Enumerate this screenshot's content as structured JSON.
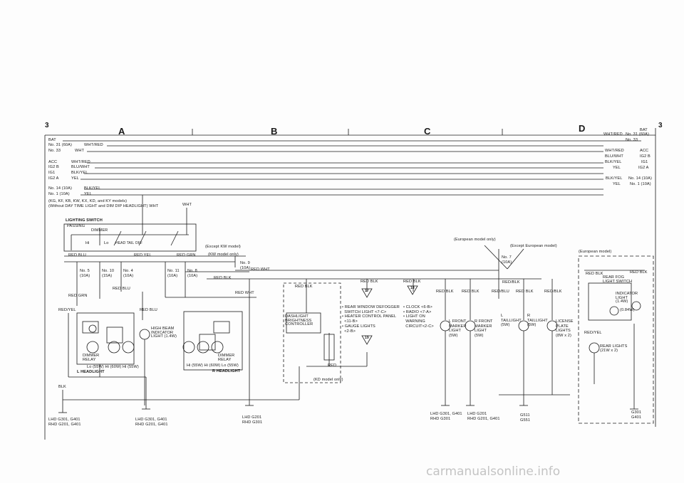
{
  "page": {
    "left_number": "3",
    "right_number": "3",
    "zones": [
      "A",
      "B",
      "C",
      "D"
    ]
  },
  "left_supply": [
    {
      "name": "BAT",
      "wire": ""
    },
    {
      "name": "No. 31 (60A)",
      "wire": "WHT/RED"
    },
    {
      "name": "No. 33",
      "wire": "WHT"
    },
    {
      "name": "ACC",
      "wire": "WHT/RED"
    },
    {
      "name": "IG2 B",
      "wire": "BLU/WHT"
    },
    {
      "name": "IG1",
      "wire": "BLK/YEL"
    },
    {
      "name": "IG2 A",
      "wire": "YEL"
    },
    {
      "name": "No. 14 (10A)",
      "wire": "BLK/YEL"
    },
    {
      "name": "No. 1 (10A)",
      "wire": "YEL"
    }
  ],
  "right_supply": [
    {
      "name": "BAT",
      "wire": ""
    },
    {
      "name": "No. 31 (60A)",
      "wire": "WHT/RED"
    },
    {
      "name": "No. 33",
      "wire": ""
    },
    {
      "name": "ACC",
      "wire": "WHT/RED"
    },
    {
      "name": "IG2 B",
      "wire": "BLU/WHT"
    },
    {
      "name": "IG1",
      "wire": "BLK/YEL"
    },
    {
      "name": "IG2 A",
      "wire": "YEL"
    },
    {
      "name": "No. 14 (10A)",
      "wire": "BLK/YEL"
    },
    {
      "name": "No. 1 (10A)",
      "wire": "YEL"
    }
  ],
  "notes": {
    "models_line1": "(KG, KF, KB, KW, KX, KD, and KY models)",
    "models_line2": "(Without DAY TIME LIGHT and DIM DIP HEADLIGHT) WHT",
    "wht2": "WHT",
    "except_kw": "(Except KW model)",
    "kw_only": "(KW model only)",
    "european_only": "(European model only)",
    "except_european": "(Except European model)",
    "european_model": "(European model)",
    "kd_only": "(KD model only)"
  },
  "lighting_switch": {
    "title": "LIGHTING SWITCH",
    "passing": "PASSING",
    "dimmer": "DIMMER",
    "hi": "Hi",
    "lo": "Lo",
    "positions": "HEAD TAIL OFF"
  },
  "fuses": [
    {
      "id": "no5",
      "name": "No. 5",
      "rating": "(10A)"
    },
    {
      "id": "no10",
      "name": "No. 10",
      "rating": "(15A)"
    },
    {
      "id": "no4",
      "name": "No. 4",
      "rating": "(10A)"
    },
    {
      "id": "no11",
      "name": "No. 11",
      "rating": "(10A)"
    },
    {
      "id": "no8",
      "name": "No. 8",
      "rating": "(10A)"
    },
    {
      "id": "no9",
      "name": "No. 9",
      "rating": "(10A)"
    },
    {
      "id": "no7",
      "name": "No. 7",
      "rating": "(10A)"
    }
  ],
  "wires": {
    "red_blu": "RED BLU",
    "red_yel": "RED YEL",
    "red_grn": "RED GRN",
    "red_wht": "RED WHT",
    "red_blk": "RED BLK",
    "red_blu2": "RED BLU",
    "red_grn2": "RED GRN",
    "red_yel2": "RED/YEL",
    "red_blu3": "RED BLU",
    "red_wht2": "RED WHT",
    "red_blk2": "RED BLK",
    "red_blk3": "RED BLK",
    "red_blk4": "RED BLK",
    "red_blk5": "RED BLK",
    "red_blk6": "RED BLK",
    "red_blu4": "RED/BLU",
    "red_blk7": "RED BLK",
    "red_blk8": "RED/BLK",
    "red_blk9": "RED/BLK",
    "red_blk10": "RED BLK",
    "red_blk11": "RED BLK",
    "red_yel3": "RED/YEL",
    "blk": "BLK",
    "red": "RED"
  },
  "components": {
    "l_headlight": "L HEADLIGHT",
    "r_headlight": "R HEADLIGHT",
    "dimmer_relay_l": "DIMMER\nRELAY",
    "dimmer_relay_r": "DIMMER\nRELAY",
    "lamps_l": "Lo (55W) Hi (60W) Hi (55W)",
    "lamps_r": "Hi (55W) Hi (60W) Lo (55W)",
    "high_beam": "HIGH BEAM\nINDICATOR\nLIGHT (1.4W)",
    "dashlight": "DASHLIGHT\nBRIGHTNESS\nCONTROLLER",
    "list1": "• REAR WINDOW DEFOGGER\n  SWITCH LIGHT <7-C>\n• HEATER CONTROL PANEL\n  <11-B>\n• GAUGE LIGHTS\n  <2-B>",
    "list2": "• CLOCK <6-B>\n• RADIO <7-A>\n• LIGHT ON\n  WARNING\n  CIRCUIT<2-C>",
    "l_front_marker": "L FRONT\nMARKER\nLIGHT\n(5W)",
    "r_front_marker": "R FRONT\nMARKER\nLIGHT\n(5W)",
    "l_taillight": "L\nTAILLIGHT\n(5W)",
    "r_taillight": "R\nTAILLIGHT\n(5W)",
    "license": "LICENSE\nPLATE\nLIGHTS\n(8W x 2)",
    "rear_fog_switch": "REAR FOG\nLIGHT SWITCH",
    "indicator": "INDICATOR\nLIGHT\n(1.4W)",
    "indicator_bulb": "(0.84W)",
    "rear_lights": "REAR LIGHTS\n(21W x 2)",
    "badge17": "17",
    "badge18": "18",
    "badge19": "19"
  },
  "grounds": [
    {
      "id": "g1",
      "lines": [
        "LHD G301, G401",
        "RHD G201, G401"
      ]
    },
    {
      "id": "g2",
      "lines": [
        "LHD G301, G401",
        "RHD G201, G401"
      ]
    },
    {
      "id": "g3",
      "lines": [
        "LHD G201",
        "RHD G301"
      ]
    },
    {
      "id": "g4",
      "lines": [
        "LHD G301, G401",
        "RHD G301"
      ]
    },
    {
      "id": "g5",
      "lines": [
        "LHD G201",
        "RHD G201, G401"
      ]
    },
    {
      "id": "g6",
      "lines": [
        "G511",
        "G551"
      ]
    },
    {
      "id": "g7",
      "lines": [
        "G301",
        "G401"
      ]
    }
  ],
  "watermark": "carmanualsonline.info"
}
